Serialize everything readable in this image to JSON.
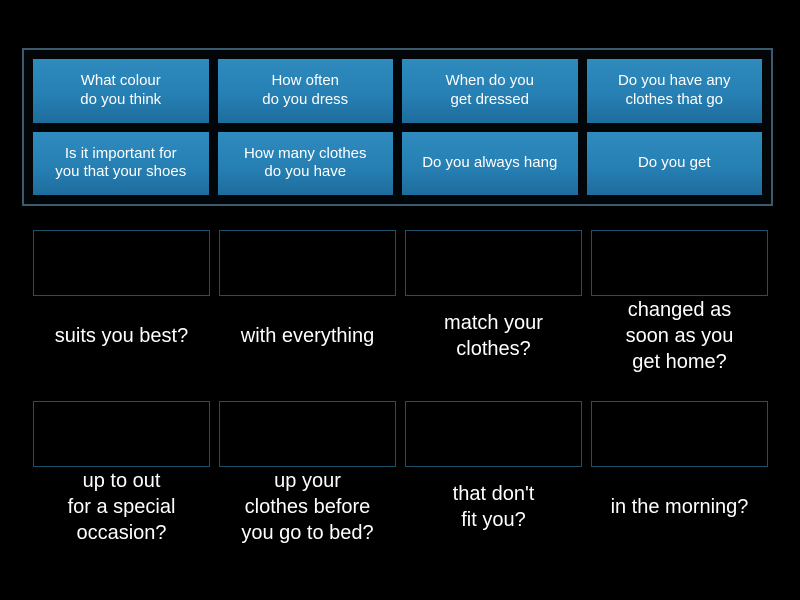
{
  "theme": {
    "background": "#000000",
    "tile_gradient_top": "#2f8abd",
    "tile_gradient_bottom": "#1e6d9c",
    "panel_border": "#3c5a6e",
    "slot_border": "#1d506b",
    "text_color": "#ffffff"
  },
  "tiles": [
    {
      "label": "What colour\ndo you think"
    },
    {
      "label": "How often\ndo you dress"
    },
    {
      "label": "When do you\nget dressed"
    },
    {
      "label": "Do you have any\nclothes that go"
    },
    {
      "label": "Is it important for\nyou that your shoes"
    },
    {
      "label": "How many clothes\ndo you have"
    },
    {
      "label": "Do you always hang"
    },
    {
      "label": "Do you get"
    }
  ],
  "answers_row1": [
    {
      "caption": "suits you best?"
    },
    {
      "caption": "with everything"
    },
    {
      "caption": "match your\nclothes?"
    },
    {
      "caption": "changed as\nsoon as you\nget home?"
    }
  ],
  "answers_row2": [
    {
      "caption": "up to out\nfor a special\noccasion?"
    },
    {
      "caption": "up your\nclothes before\nyou go to bed?"
    },
    {
      "caption": "that don't\nfit you?"
    },
    {
      "caption": "in the morning?"
    }
  ]
}
